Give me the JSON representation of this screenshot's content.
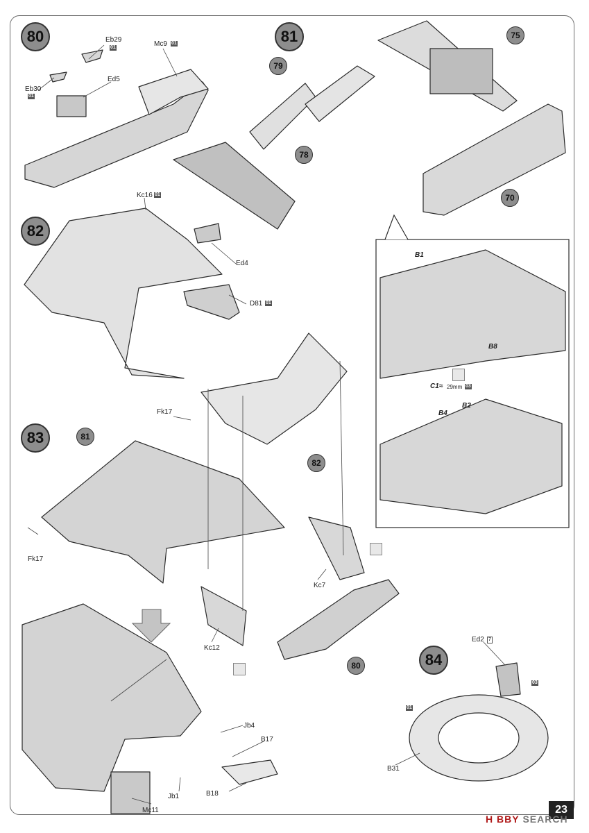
{
  "page": {
    "number": "23",
    "watermark_a": "H BBY",
    "watermark_b": "SEARCH"
  },
  "steps": {
    "s80": "80",
    "s81": "81",
    "s82": "82",
    "s83": "83",
    "s84": "84"
  },
  "sub": {
    "r75": "75",
    "r79": "79",
    "r78": "78",
    "r70": "70",
    "r81": "81",
    "r82": "82",
    "r80": "80"
  },
  "parts": {
    "eb29": "Eb29",
    "mc9": "Mc9",
    "ed5": "Ed5",
    "eb30": "Eb30",
    "kc16": "Kc16",
    "ed4": "Ed4",
    "d81": "D81",
    "fk17a": "Fk17",
    "fk17b": "Fk17",
    "kc7": "Kc7",
    "kc12": "Kc12",
    "jb4": "Jb4",
    "b17": "B17",
    "b18": "B18",
    "jb1": "Jb1",
    "mc11": "Mc11",
    "ed2": "Ed2",
    "b31": "B31"
  },
  "badges": {
    "b01a": "01",
    "b01b": "01",
    "b01c": "01",
    "b01d": "01",
    "b01e": "01",
    "b01f": "01",
    "b03a": "03",
    "b03b": "03",
    "b7": "7"
  },
  "wires": {
    "b1": "B1",
    "b8": "B8",
    "b4": "B4",
    "b2": "B2",
    "c1": "C1≈",
    "c1len": "29mm"
  }
}
